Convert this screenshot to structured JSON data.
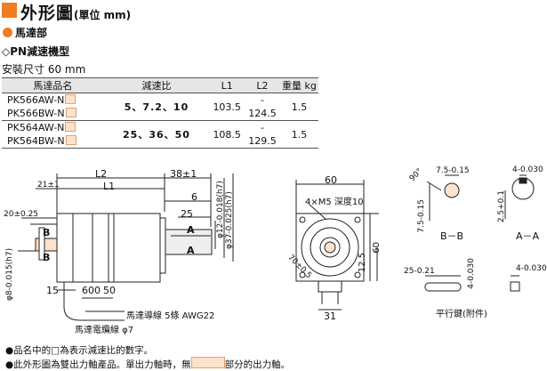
{
  "header": {
    "title": "外形圖",
    "title_sub": "(單位 mm)"
  },
  "section": {
    "motor": "馬達部",
    "series": "◇PN減速機型",
    "mount": "安裝尺寸 60 mm"
  },
  "table": {
    "headers": [
      "馬達品名",
      "減速比",
      "L1",
      "L2",
      "重量 kg"
    ],
    "rows": [
      {
        "model": "PK566AW-N",
        "ratio": "5、7.2、10",
        "l1": "103.5",
        "l2": "-",
        "weight": "1.5"
      },
      {
        "model": "PK566BW-N",
        "ratio": "",
        "l1": "",
        "l2": "124.5",
        "weight": ""
      },
      {
        "model": "PK564AW-N",
        "ratio": "25、36、50",
        "l1": "108.5",
        "l2": "-",
        "weight": "1.5"
      },
      {
        "model": "PK564BW-N",
        "ratio": "",
        "l1": "",
        "l2": "129.5",
        "weight": ""
      }
    ]
  },
  "drawing": {
    "side": {
      "l2": "L2",
      "l1": "L1",
      "d38": "38±1",
      "d21": "21±1",
      "d6": "6",
      "d25": "25",
      "d20": "20±0.25",
      "phi12": "φ12-0.018(h7)",
      "phi37": "φ37-0.025(h7)",
      "phi8": "φ8-0.015(h7)",
      "d15": "15",
      "d600": "600",
      "d50": "50",
      "lead": "馬達導線 5條 AWG22",
      "cable": "馬達電纜線 φ7",
      "a": "A",
      "b": "B"
    },
    "front": {
      "d60": "60",
      "holes": "4×M5 深度10",
      "d70": "70±0.5",
      "d12_5": "12.5",
      "d60v": "60",
      "d31": "31"
    },
    "sections": {
      "angle": "90°",
      "w75": "7.5-0.15",
      "h75": "7.5-0.15",
      "k4": "4-0.030",
      "h25": "2.5+0.1",
      "bb": "B－B",
      "aa": "A－A",
      "key25": "25-0.21",
      "key4a": "4-0.030",
      "key4b": "4-0.030",
      "key_label": "平行鍵(附件)"
    }
  },
  "notes": [
    "●品名中的□為表示減速比的數字。",
    "●此外形圖為雙出力軸產品。單出力軸時，無",
    "部分的出力軸。"
  ],
  "colors": {
    "accent": "#ef7d25",
    "highlight": "#fde2cc"
  }
}
